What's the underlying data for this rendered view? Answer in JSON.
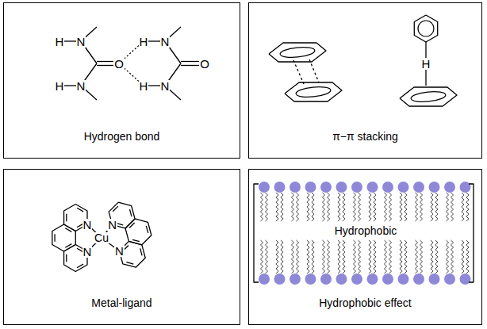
{
  "diagram": {
    "nodes": [
      {
        "text": [
          "Hydrogen bond"
        ]
      },
      {
        "text": [
          "π−π stacking"
        ]
      },
      {
        "text": [
          "Metal-ligand"
        ]
      },
      {
        "text": [
          "Hydrophobic effect"
        ]
      }
    ],
    "labels": [
      "H",
      "N",
      "H",
      "N",
      "O",
      "H",
      "N",
      "H",
      "N",
      "O",
      "H",
      "N",
      "N",
      "Cu",
      "N",
      "N",
      "Hydrophobic"
    ]
  }
}
